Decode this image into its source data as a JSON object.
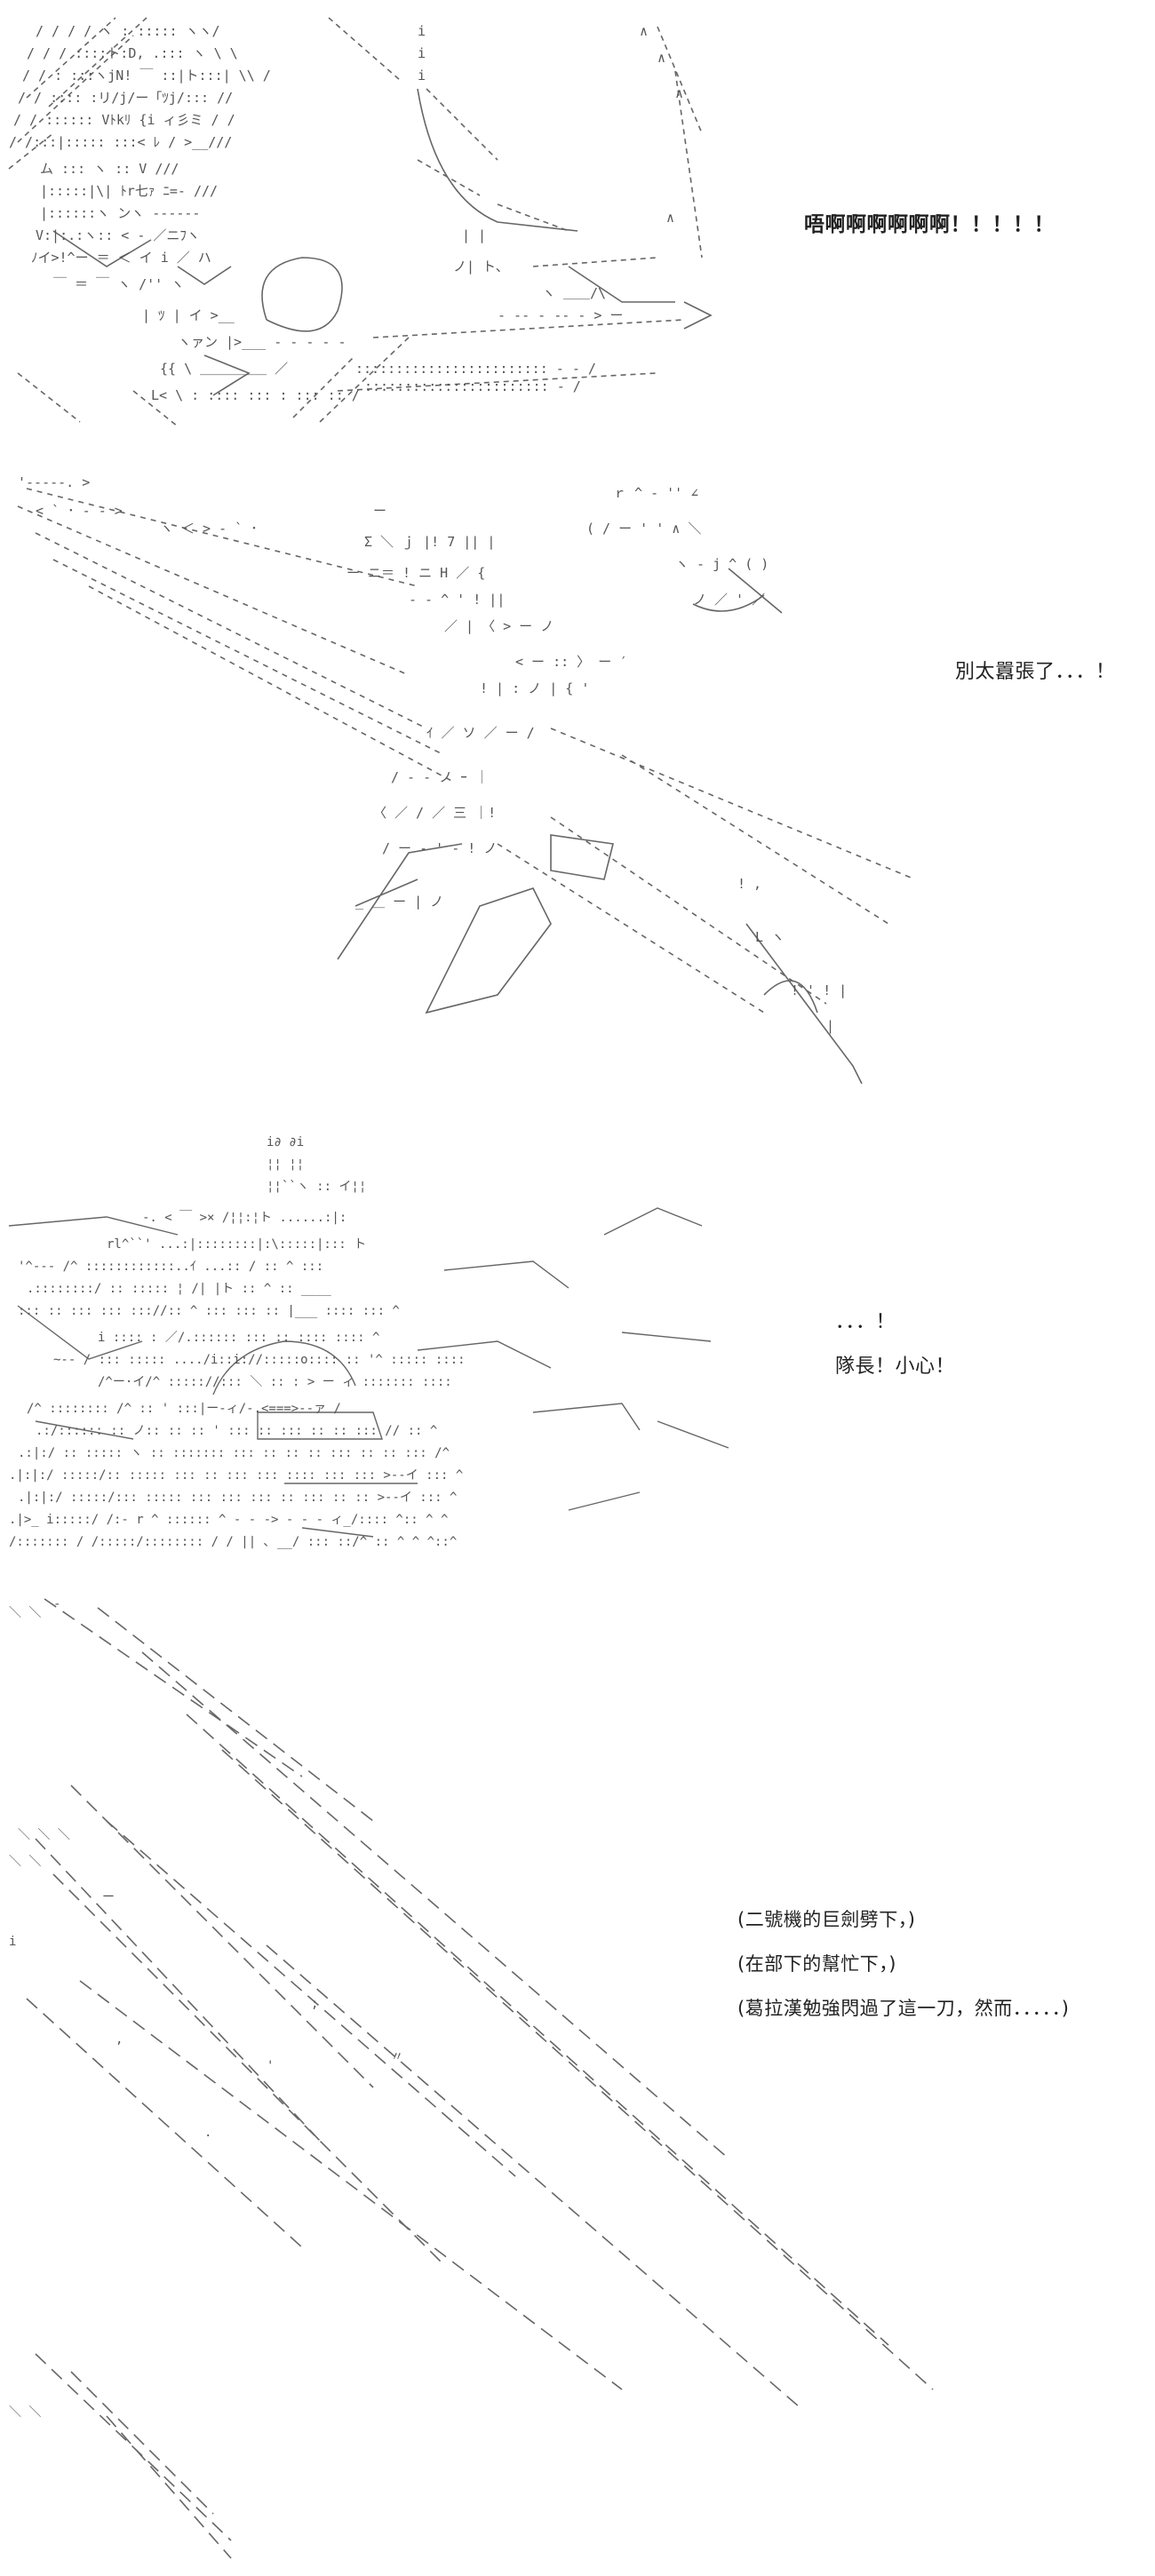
{
  "panels": [
    {
      "captions": [
        "唔啊啊啊啊啊啊！！！！！"
      ]
    },
    {
      "captions": [
        "別太囂張了．．．！"
      ]
    },
    {
      "captions": [
        "．．．！",
        "隊長！小心！"
      ]
    },
    {
      "captions": [
        "(二號機的巨劍劈下，)",
        "(在部下的幫忙下，)",
        "(葛拉漢勉強閃過了這一刀，然而．．．．．)"
      ]
    }
  ]
}
